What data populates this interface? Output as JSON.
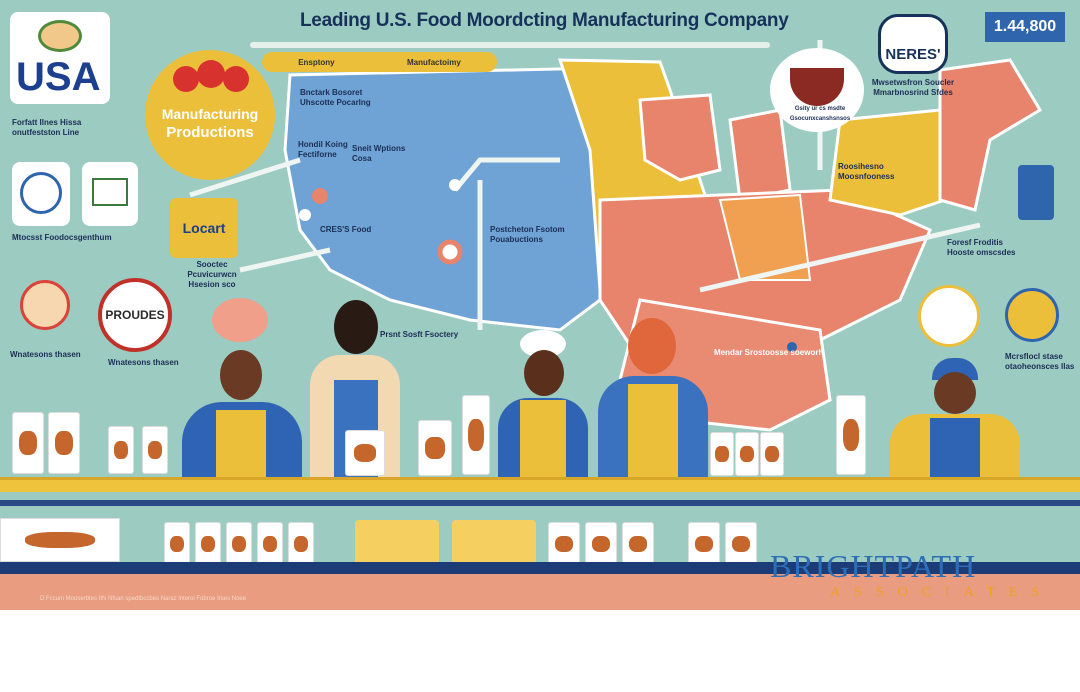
{
  "header": {
    "title": "Leading U.S. Food Moordcting Manufacturing Company",
    "count": "1.44,800"
  },
  "left": {
    "logo_text": "USA",
    "caption": "Forfatt Ilnes Hissa onutfestston Line",
    "caption2": "Mtocsst Foodocsgenthum",
    "badge_text": "PROUDES",
    "caption3": "Wnatesons thasen",
    "locart": "Locart",
    "locart_caption": "Sooctec Pcuvicurwcn Hsesion sco"
  },
  "center": {
    "circle_line1": "Manufacturing",
    "circle_line2": "Productions",
    "pill_left": "Ensptony",
    "pill_right": "Manufactoimy",
    "map_label1": "Bnctark Bosoret Uhscotte Pocarlng",
    "map_label2": "Hondil Koing Fectiforne",
    "map_label3": "Sneit Wptions Cosa",
    "map_label4": "CRES'S Food",
    "map_label5": "Postcheton Fsotom Pouabuctions",
    "map_label6": "Prsnt Sosft Fsoctery",
    "map_label7": "Mendar Srostoosse soeworh"
  },
  "right": {
    "brand": "NERES'",
    "brand_caption": "Mwsetwsfron Soucler Mmarbnosrind Sfdes",
    "bowl_caption": "Gsity ur cs msdte Gsocunxcanshsnsos",
    "label1": "Foresf Froditis Hooste omscsdes",
    "label2": "Mcrsflocl stase otaoheonsces Ilas",
    "label3": "Roosihesno Moosnfooness"
  },
  "footer": {
    "logo": "BRIGHTPATH",
    "logo_sub": "ASSOCIATES",
    "fine_print": "D Fccum Mooserbtes IIN Nfsan spedtbccbes Naraz lnteroi Fobroe Irses Noee"
  },
  "colors": {
    "background": "#9ccbc2",
    "title": "#17325a",
    "accent_yellow": "#ecbf3a",
    "map_blue": "#6fa3d6",
    "map_salmon": "#e8836c",
    "count_box": "#2e65ad"
  }
}
